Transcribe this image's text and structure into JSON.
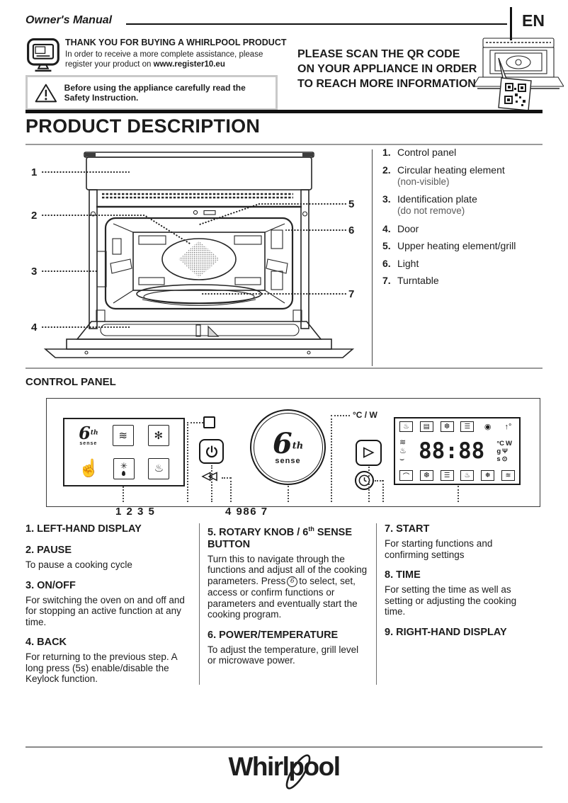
{
  "header": {
    "title": "Owner's Manual",
    "lang": "EN"
  },
  "registration": {
    "heading": "THANK YOU FOR BUYING A WHIRLPOOL PRODUCT",
    "body": "In order to receive a more complete assistance, please register your product on ",
    "url": "www.register10.eu"
  },
  "safety_notice": {
    "text": "Before using the appliance carefully read the Safety Instruction."
  },
  "qr_notice": {
    "text": "PLEASE SCAN THE QR CODE ON YOUR APPLIANCE IN ORDER TO REACH MORE INFORMATION"
  },
  "product_description": {
    "title": "PRODUCT DESCRIPTION",
    "callouts": [
      "1",
      "2",
      "3",
      "4",
      "5",
      "6",
      "7"
    ],
    "parts": [
      {
        "num": "1.",
        "label": "Control panel",
        "note": ""
      },
      {
        "num": "2.",
        "label": "Circular heating element",
        "note": "(non-visible)"
      },
      {
        "num": "3.",
        "label": "Identification plate",
        "note": "(do not remove)"
      },
      {
        "num": "4.",
        "label": "Door",
        "note": ""
      },
      {
        "num": "5.",
        "label": "Upper heating element/grill",
        "note": ""
      },
      {
        "num": "6.",
        "label": "Light",
        "note": ""
      },
      {
        "num": "7.",
        "label": "Turntable",
        "note": ""
      }
    ]
  },
  "control_panel": {
    "title": "CONTROL PANEL",
    "temp_watt_label": "°C / W",
    "group_label_left": "1 2 3 5",
    "group_label_right": "4 986 7",
    "sixth_sense": {
      "digit": "6",
      "sup": "th",
      "word": "sense"
    },
    "icons": {
      "back": "◁◁",
      "start": "▷",
      "left_display": {
        "microwave": "≋",
        "fan": "✻",
        "hand": "☝",
        "defrost": "✳",
        "grill": "♨"
      },
      "right_display": {
        "top": [
          "♨",
          "▤",
          "❆",
          "☰",
          "◉",
          "↑°"
        ],
        "mid_left": [
          "≋",
          "♨",
          "⌣"
        ],
        "bottom": [
          "⌒",
          "❆",
          "☰",
          "♨",
          "❅",
          "≋"
        ],
        "digits": "88:88",
        "units": [
          [
            "°C",
            "W"
          ],
          [
            "g",
            "Ψ"
          ],
          [
            "s",
            "⊙"
          ]
        ]
      }
    }
  },
  "legend": {
    "col1": [
      {
        "title": "1. LEFT-HAND DISPLAY",
        "body": ""
      },
      {
        "title": "2. PAUSE",
        "body": "To pause a cooking cycle"
      },
      {
        "title": "3. ON/OFF",
        "body": "For switching the oven on and off and for stopping an active function at any time."
      },
      {
        "title": "4. BACK",
        "body": "For returning to the previous step. A long press (5s) enable/disable the Keylock function."
      }
    ],
    "col2": {
      "item5": {
        "title_pre": "5. ROTARY KNOB / 6",
        "title_sup": "th",
        "title_post": " SENSE BUTTON",
        "body_pre": "Turn this to navigate through the functions and adjust all of the cooking parameters. Press",
        "press_icon": "6",
        "body_post": "to select, set, access or confirm functions or parameters and eventually start the cooking program."
      },
      "item6": {
        "title": "6. POWER/TEMPERATURE",
        "body": "To adjust the temperature, grill level or microwave power."
      }
    },
    "col3": [
      {
        "title": "7. START",
        "body": "For starting functions and confirming settings"
      },
      {
        "title": "8. TIME",
        "body": "For setting the time as well as setting or adjusting the cooking time."
      },
      {
        "title": "9. RIGHT-HAND DISPLAY",
        "body": ""
      }
    ]
  },
  "footer": {
    "brand": "Whirlpool"
  }
}
